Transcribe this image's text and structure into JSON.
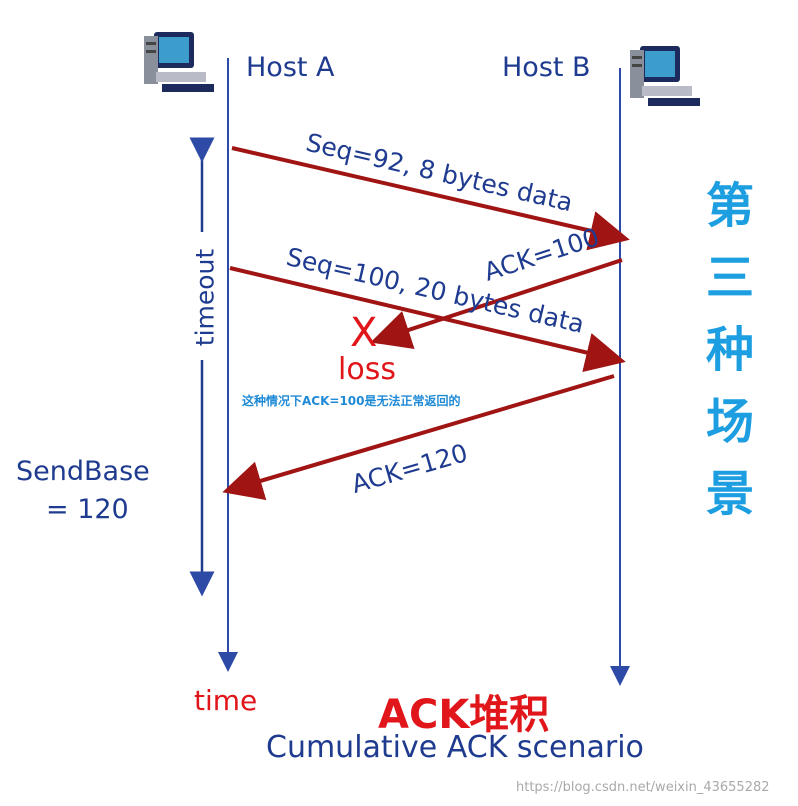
{
  "hosts": {
    "a_label": "Host A",
    "b_label": "Host B"
  },
  "messages": {
    "seq92": "Seq=92, 8 bytes data",
    "ack100": "ACK=100",
    "seq100": "Seq=100, 20 bytes data",
    "ack120": "ACK=120"
  },
  "loss": {
    "mark": "X",
    "label": "loss"
  },
  "note_cn": "这种情况下ACK=100是无法正常返回的",
  "timeout_label": "timeout",
  "sendbase": {
    "line1": "SendBase",
    "line2": "= 120"
  },
  "time_label": "time",
  "scenario_cn": "ACK堆积",
  "scenario_en": "Cumulative ACK scenario",
  "side_title_cn": "第\n三\n种\n场\n景",
  "watermark": "https://blog.csdn.net/weixin_43655282",
  "colors": {
    "arrow": "#a01414",
    "line": "#2d4aa6",
    "text_blue": "#1f3b8f",
    "red": "#e0161b",
    "cyan": "#1c9ee0"
  },
  "icons": [
    "computer-icon",
    "computer-icon"
  ]
}
